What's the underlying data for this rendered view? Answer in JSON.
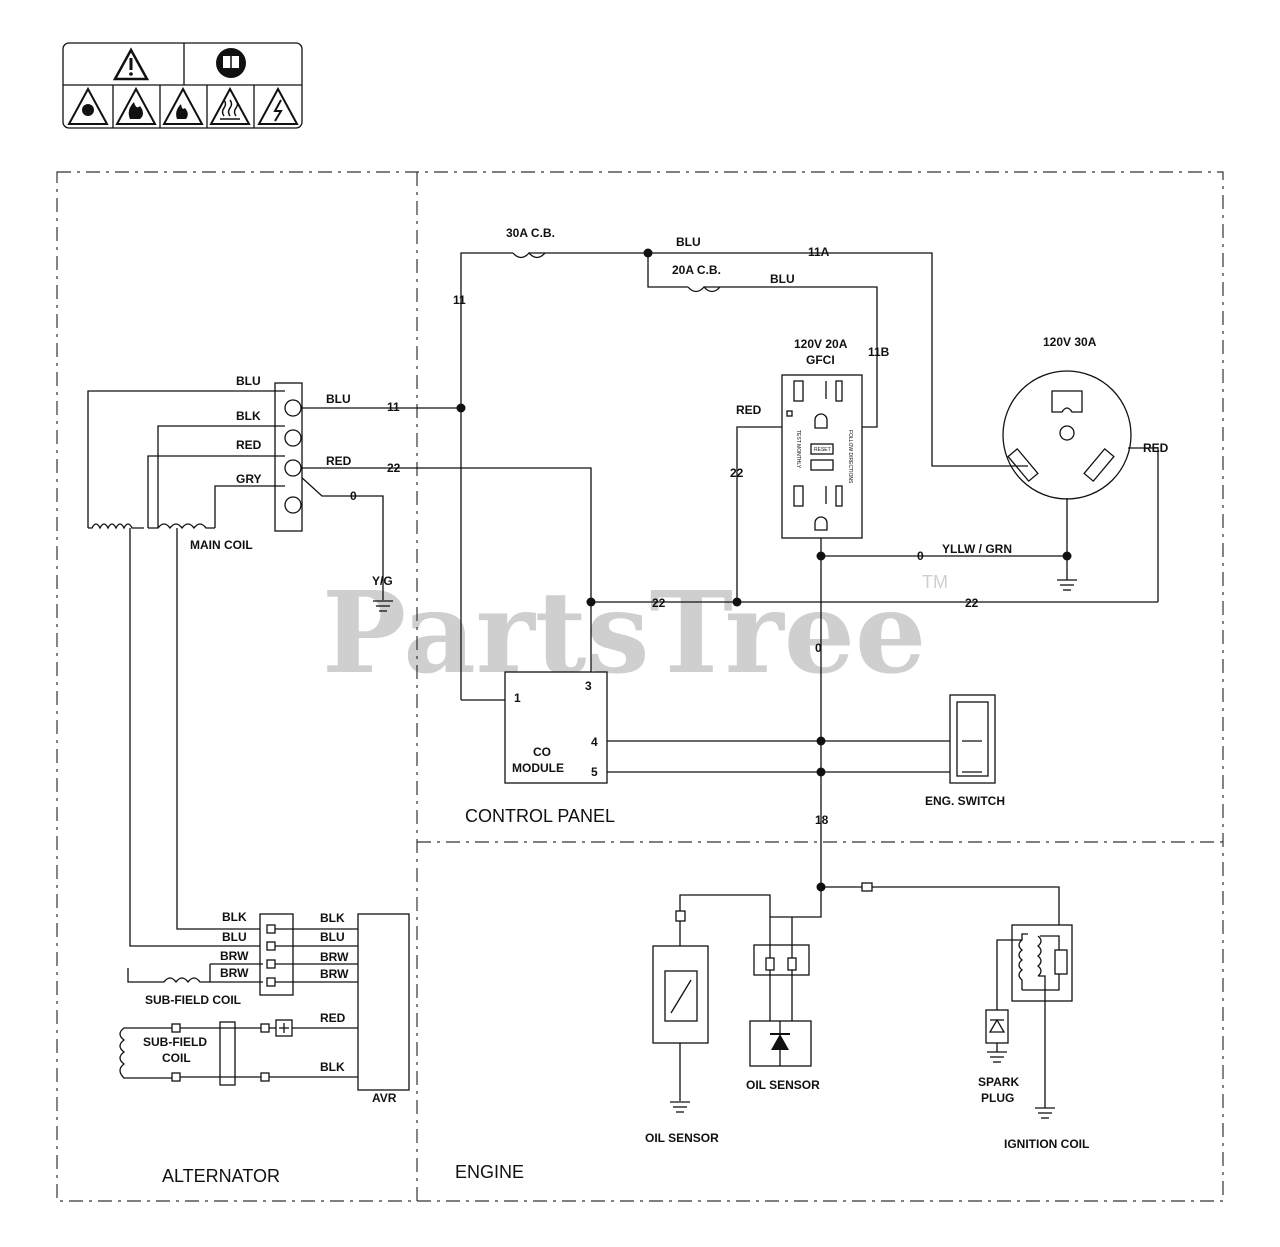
{
  "watermark": {
    "text": "PartsTree",
    "tm": "TM"
  },
  "sections": {
    "alternator": "ALTERNATOR",
    "control_panel": "CONTROL PANEL",
    "engine": "ENGINE"
  },
  "components": {
    "main_coil": "MAIN COIL",
    "sub_field_coil": "SUB-FIELD COIL",
    "sub_field_coil_2_line1": "SUB-FIELD",
    "sub_field_coil_2_line2": "COIL",
    "avr": "AVR",
    "cb30": "30A C.B.",
    "cb20": "20A C.B.",
    "gfci_line1": "120V 20A",
    "gfci_line2": "GFCI",
    "outlet30": "120V 30A",
    "co_line1": "CO",
    "co_line2": "MODULE",
    "eng_switch": "ENG. SWITCH",
    "oil_sensor_left": "OIL SENSOR",
    "oil_sensor_mid": "OIL SENSOR",
    "spark_line1": "SPARK",
    "spark_line2": "PLUG",
    "ignition_coil": "IGNITION COIL",
    "yg": "Y/G",
    "yllw_grn": "YLLW  /  GRN",
    "gfci_test": "TEST MONTHLY",
    "gfci_reset": "RESET",
    "gfci_follow": "FOLLOW DIRECTIONS"
  },
  "wire_colors": {
    "blu": "BLU",
    "blk": "BLK",
    "red": "RED",
    "gry": "GRY",
    "brw": "BRW"
  },
  "wire_numbers": {
    "w11": "11",
    "w11a": "11A",
    "w11b": "11B",
    "w22": "22",
    "w0": "0",
    "w18": "18"
  },
  "co_pins": {
    "p1": "1",
    "p3": "3",
    "p4": "4",
    "p5": "5"
  }
}
